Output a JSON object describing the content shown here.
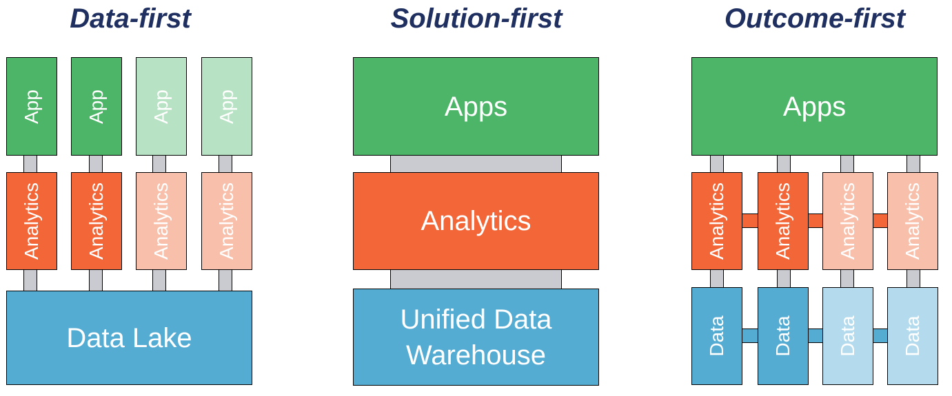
{
  "columns": [
    {
      "title": "Data-first",
      "app_label": "App",
      "analytics_label": "Analytics",
      "data_label": "Data Lake"
    },
    {
      "title": "Solution-first",
      "app_label": "Apps",
      "analytics_label": "Analytics",
      "data_label": "Unified Data Warehouse"
    },
    {
      "title": "Outcome-first",
      "app_label": "Apps",
      "analytics_label": "Analytics",
      "data_label": "Data"
    }
  ],
  "colors": {
    "title": "#1f3060",
    "app": "#4cb567",
    "app_light": "#b8e2c4",
    "analytics": "#f26638",
    "analytics_light": "#f8c0ab",
    "data": "#55acd3",
    "data_light": "#b4dbed",
    "connector": "#c9cbd1"
  }
}
